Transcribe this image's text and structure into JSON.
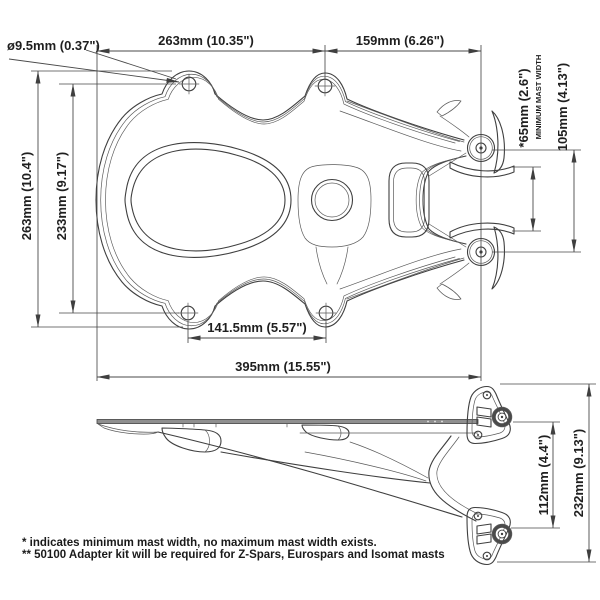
{
  "drawing": {
    "background": "#ffffff",
    "line_color": "#3f3f3f",
    "dimensions": {
      "hole_diameter": "ø9.5mm (0.37\")",
      "top_span_left": "263mm (10.35\")",
      "top_span_right": "159mm (6.26\")",
      "height_overall": "263mm (10.4\")",
      "height_holes": "233mm (9.17\")",
      "mast_min_width": "*65mm (2.6\")",
      "mast_min_width_caption": "MINIMUM MAST WIDTH",
      "clamp_pivot_span": "105mm (4.13\")",
      "bottom_hole_span": "141.5mm (5.57\")",
      "overall_width": "395mm (15.55\")",
      "side_bracket_span": "112mm (4.4\")",
      "side_overall_height": "232mm (9.13\")"
    },
    "footnotes": [
      "* indicates minimum mast width, no maximum mast width exists.",
      "** 50100 Adapter kit will be required for Z-Spars, Eurospars and Isomat masts"
    ]
  }
}
